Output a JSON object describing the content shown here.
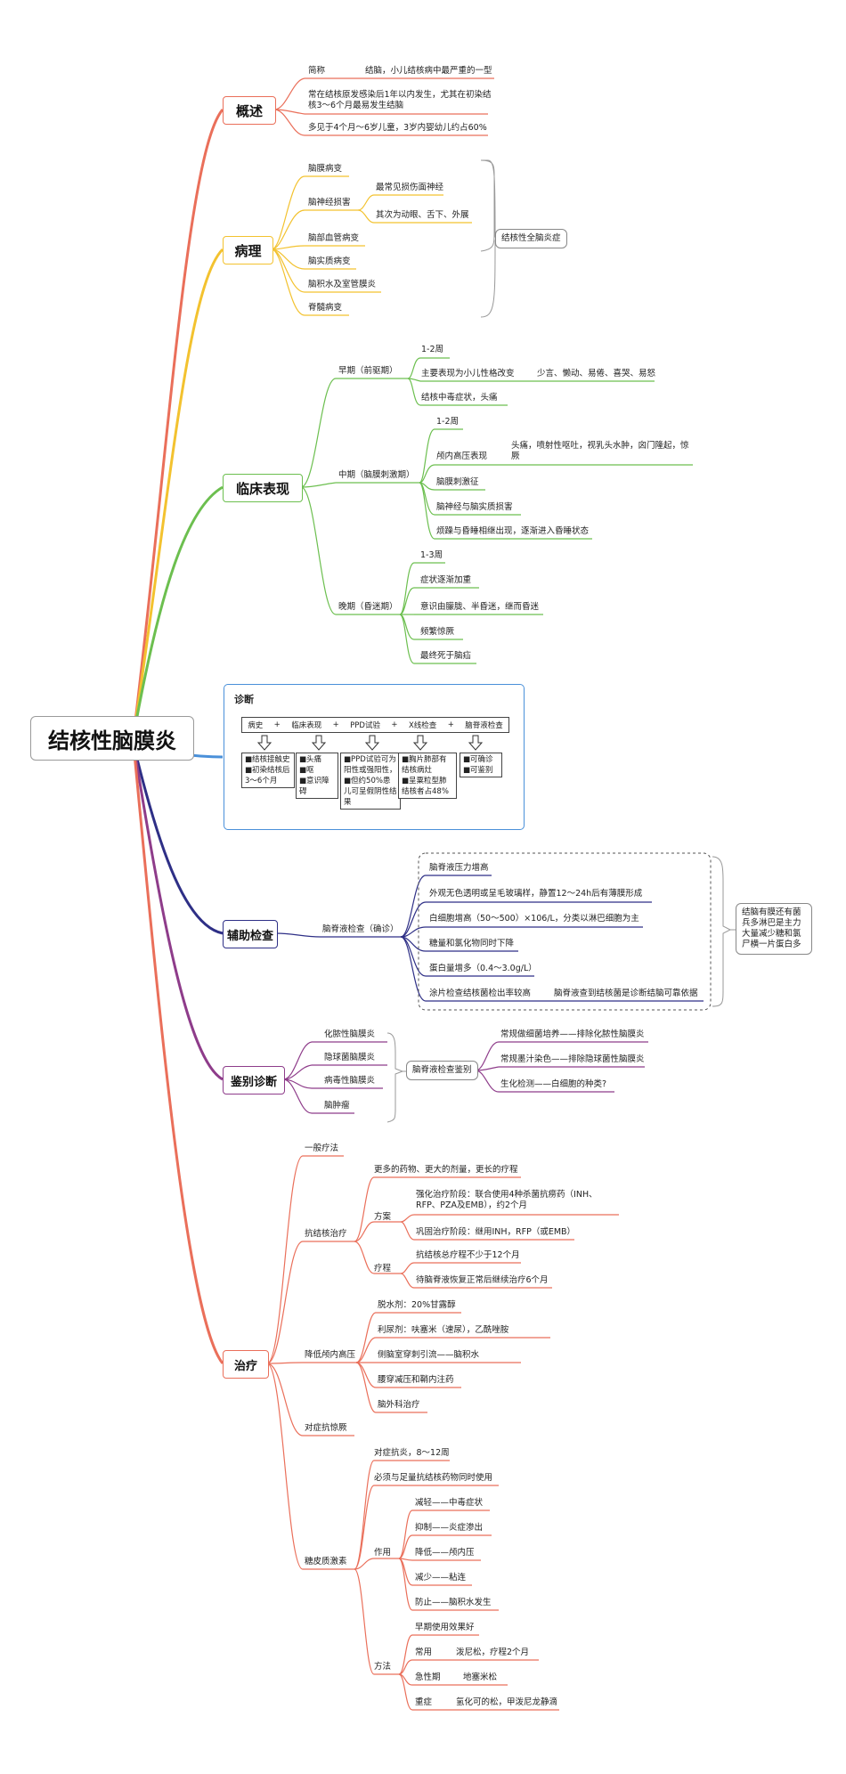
{
  "root": "结核性脑膜炎",
  "branches": {
    "overview": {
      "label": "概述",
      "color": "#ea6f5a",
      "items": {
        "brief_key": "简称",
        "brief_val": "结脑，小儿结核病中最严重的一型",
        "onset": "常在结核原发感染后1年以内发生，尤其在初染结核3～6个月最易发生结脑",
        "age": "多见于4个月～6岁儿童，3岁内婴幼儿约占60%"
      }
    },
    "pathology": {
      "label": "病理",
      "color": "#f3c22f",
      "items": {
        "meninges": "脑膜病变",
        "nerve": "脑神经损害",
        "nerve_1": "最常见损伤面神经",
        "nerve_2": "其次为动眼、舌下、外展",
        "vessel": "脑部血管病变",
        "parenchyma": "脑实质病变",
        "hydro": "脑积水及室管膜炎",
        "spinal": "脊髓病变",
        "summary": "结核性全脑炎症"
      }
    },
    "clinical": {
      "label": "临床表现",
      "color": "#6cbf4f",
      "early": {
        "label": "早期（前驱期）",
        "duration": "1-2周",
        "main_key": "主要表现为小儿性格改变",
        "main_val": "少言、懒动、易倦、喜哭、易怒",
        "tox": "结核中毒症状，头痛"
      },
      "middle": {
        "label": "中期（脑膜刺激期）",
        "duration": "1-2周",
        "icp_key": "颅内高压表现",
        "icp_val": "头痛，喷射性呕吐，视乳头水肿，囟门隆起，惊厥",
        "meningeal": "脑膜刺激征",
        "nerve": "脑神经与脑实质损害",
        "consciousness": "烦躁与昏睡相继出现，逐渐进入昏睡状态"
      },
      "late": {
        "label": "晚期（昏迷期）",
        "duration": "1-3周",
        "worse": "症状逐渐加重",
        "coma": "意识由朦胧、半昏迷，继而昏迷",
        "seizure": "频繁惊厥",
        "death": "最终死于脑疝"
      }
    },
    "diagnosis": {
      "title": "诊断",
      "color": "#4a90d9",
      "headers": [
        "病史",
        "临床表现",
        "PPD试验",
        "X线检查",
        "脑脊液检查"
      ],
      "separator": "+",
      "cells": [
        "■结核接触史\n■初染结核后3～6个月",
        "■头痛\n■呕\n■意识障碍",
        "■PPD试验可为阳性或强阳性，\n■但约50%患儿可呈假阴性结果",
        "■胸片肺部有结核病灶\n■呈粟粒型肺结核者占48%",
        "■可确诊\n■可鉴别"
      ]
    },
    "auxiliary": {
      "label": "辅助检查",
      "color": "#2e2f86",
      "csf": "脑脊液检查（确诊）",
      "items": {
        "pressure": "脑脊液压力增高",
        "appearance": "外观无色透明或呈毛玻璃样，静置12～24h后有薄膜形成",
        "wbc": "白细胞增高（50～500）×106/L，分类以淋巴细胞为主",
        "sugar": "糖量和氯化物同时下降",
        "protein": "蛋白量增多（0.4～3.0g/L）",
        "smear_key": "涂片检查结核菌检出率较高",
        "smear_val": "脑脊液查到结核菌是诊断结脑可靠依据"
      },
      "summary": "结脑有膜还有菌兵多淋巴是主力大量减少糖和氯尸横一片蛋白多"
    },
    "differential": {
      "label": "鉴别诊断",
      "color": "#8e3c8a",
      "items": {
        "purulent": "化脓性脑膜炎",
        "crypto": "隐球菌脑膜炎",
        "viral": "病毒性脑膜炎",
        "tumor": "脑肿瘤"
      },
      "csf": "脑脊液检查鉴别",
      "tests": {
        "culture": "常规做细菌培养——排除化脓性脑膜炎",
        "ink": "常规墨汁染色——排除隐球菌性脑膜炎",
        "biochem": "生化检测——白细胞的种类?"
      }
    },
    "treatment": {
      "label": "治疗",
      "color": "#ea6f5a",
      "general": "一般疗法",
      "anti_tb": {
        "label": "抗结核治疗",
        "principle": "更多的药物、更大的剂量，更长的疗程",
        "plan": "方案",
        "intensive": "强化治疗阶段：联合使用4种杀菌抗痨药（INH、RFP、PZA及EMB），约2个月",
        "consolidation": "巩固治疗阶段：继用INH，RFP（或EMB）",
        "course": "疗程",
        "course_1": "抗结核总疗程不少于12个月",
        "course_2": "待脑脊液恢复正常后继续治疗6个月"
      },
      "icp": {
        "label": "降低颅内高压",
        "dehydrate": "脱水剂：20%甘露醇",
        "diuretic": "利尿剂：呋塞米（速尿），乙酰唑胺",
        "drainage": "侧脑室穿刺引流——脑积水",
        "lumbar": "腰穿减压和鞘内注药",
        "surgery": "脑外科治疗"
      },
      "symptomatic": "对症抗惊厥",
      "steroid": {
        "label": "糖皮质激素",
        "basis": "对症抗炎，8～12周",
        "combine": "必须与足量抗结核药物同时使用",
        "effect": "作用",
        "effect_1": "减轻——中毒症状",
        "effect_2": "抑制——炎症渗出",
        "effect_3": "降低——颅内压",
        "effect_4": "减少——粘连",
        "effect_5": "防止——脑积水发生",
        "method": "方法",
        "early": "早期使用效果好",
        "common_key": "常用",
        "common_val": "泼尼松，疗程2个月",
        "acute_key": "急性期",
        "acute_val": "地塞米松",
        "severe_key": "重症",
        "severe_val": "氢化可的松，甲泼尼龙静滴"
      }
    }
  }
}
